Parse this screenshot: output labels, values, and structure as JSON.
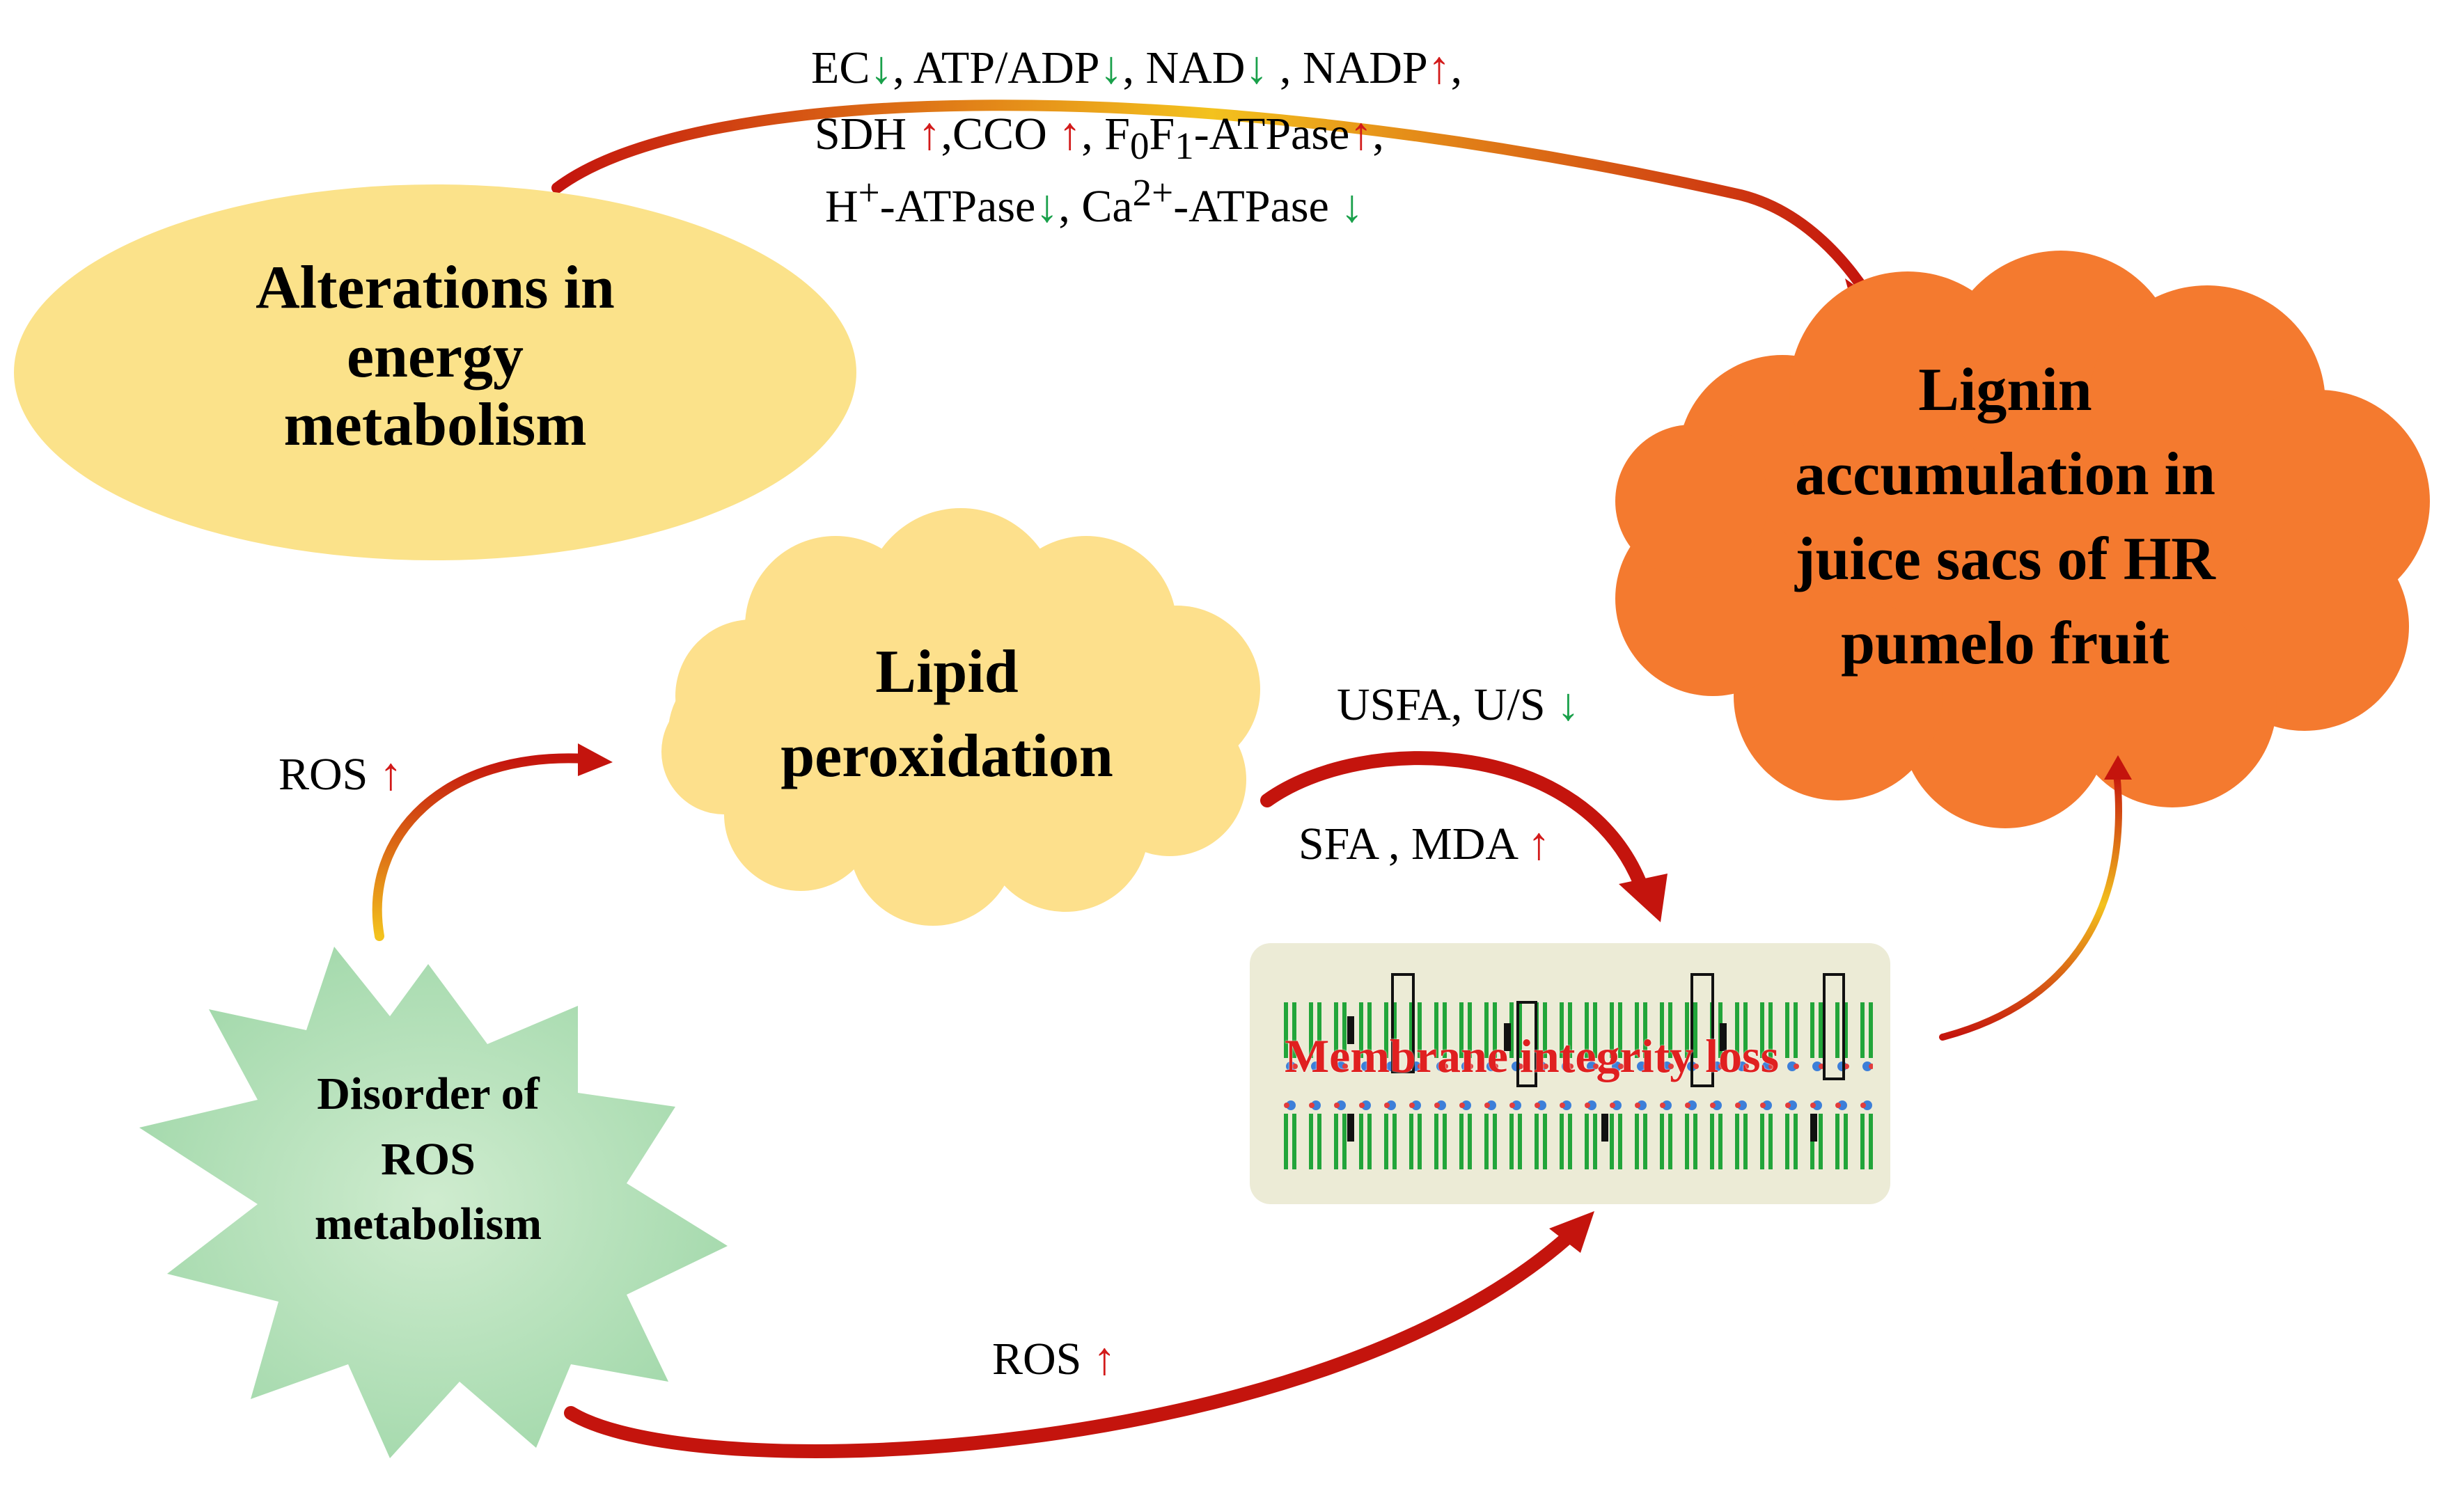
{
  "colors": {
    "energy_ellipse": "#fbe28a",
    "lipid_cloud": "#fde08c",
    "lignin_cloud": "#f47a2f",
    "ros_star": "#b8e3bd",
    "membrane_bg": "#ecebd6",
    "membrane_green": "#22a53a",
    "arrow_red": "#c4140d",
    "arrow_yellow": "#f3c21e",
    "up_arrow": "#d21a1a",
    "down_arrow": "#19a04a"
  },
  "nodes": {
    "energy": {
      "lines": [
        "Alterations in",
        "energy",
        "metabolism"
      ]
    },
    "lignin": {
      "lines": [
        "Lignin",
        "accumulation in",
        "juice sacs of HR",
        "pumelo fruit"
      ]
    },
    "lipid": {
      "lines": [
        "Lipid",
        "peroxidation"
      ]
    },
    "ros": {
      "lines": [
        "Disorder of",
        "ROS",
        "metabolism"
      ]
    },
    "membrane": {
      "label": "Membrane integrity loss"
    }
  },
  "energy_markers": {
    "ec": "EC",
    "atp_adp": "ATP/ADP",
    "nad": "NAD",
    "nadp": "NADP",
    "sdh": "SDH",
    "cco": "CCO",
    "f0f1_atpase": "F0F1-ATPase",
    "h_atpase": "H+-ATPase",
    "ca_atpase": "Ca2+-ATPase"
  },
  "lipid_markers": {
    "usfa_us": "USFA, U/S",
    "sfa_mda": "SFA , MDA"
  },
  "ros_labels": {
    "left": "ROS",
    "bottom": "ROS"
  },
  "icons": {
    "up": "up-arrow-icon",
    "down": "down-arrow-icon"
  }
}
